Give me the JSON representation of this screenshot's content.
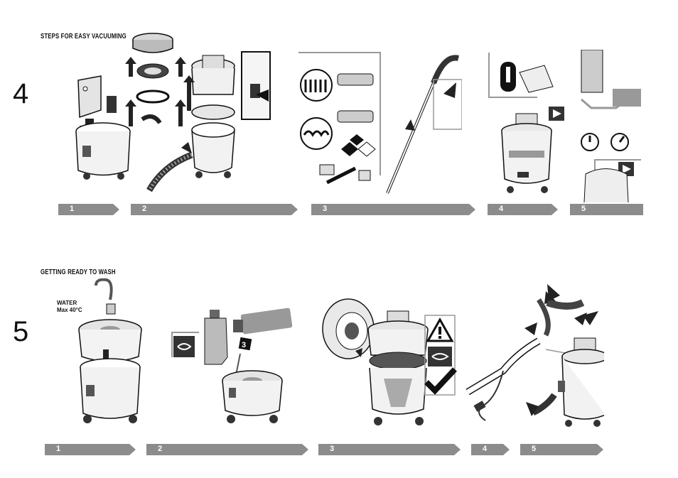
{
  "sections": [
    {
      "number": "4",
      "heading": "STEPS FOR EASY VACUUMING",
      "steps": [
        "1",
        "2",
        "3",
        "4",
        "5"
      ]
    },
    {
      "number": "5",
      "heading": "GETTING READY TO WASH",
      "steps": [
        "1",
        "2",
        "3",
        "4",
        "5"
      ],
      "water_note": {
        "line1": "WATER",
        "line2": "Max 40°C"
      },
      "step2_badge": "3"
    }
  ],
  "colors": {
    "bar": "#8c8c8c",
    "ink": "#111111",
    "mid_gray": "#9a9a9a",
    "light_gray": "#d4d4d4"
  }
}
